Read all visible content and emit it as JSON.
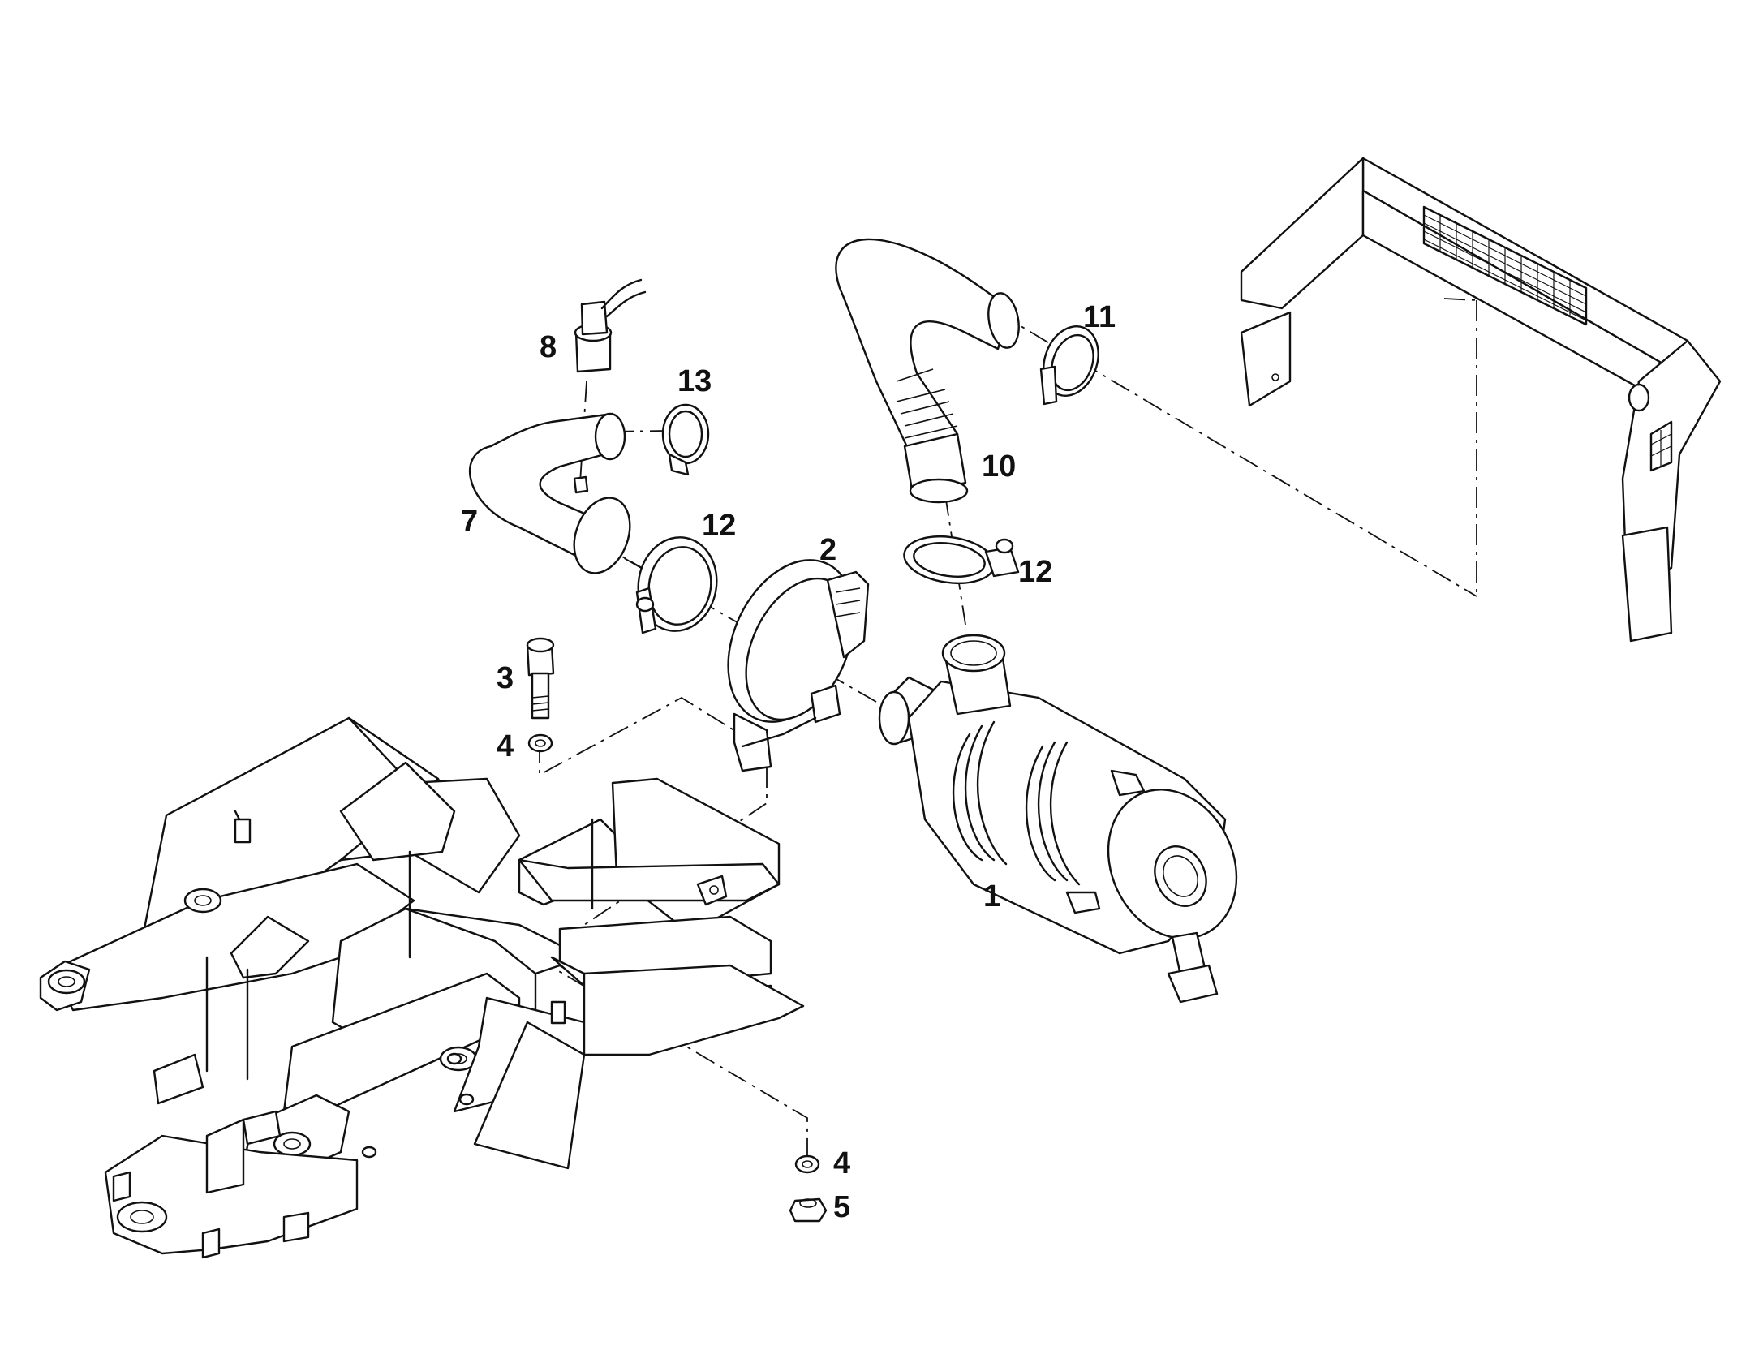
{
  "callouts": {
    "c1": "1",
    "c2": "2",
    "c3": "3",
    "c4a": "4",
    "c4b": "4",
    "c5": "5",
    "c7": "7",
    "c8": "8",
    "c10": "10",
    "c11": "11",
    "c12a": "12",
    "c12b": "12",
    "c13": "13"
  }
}
